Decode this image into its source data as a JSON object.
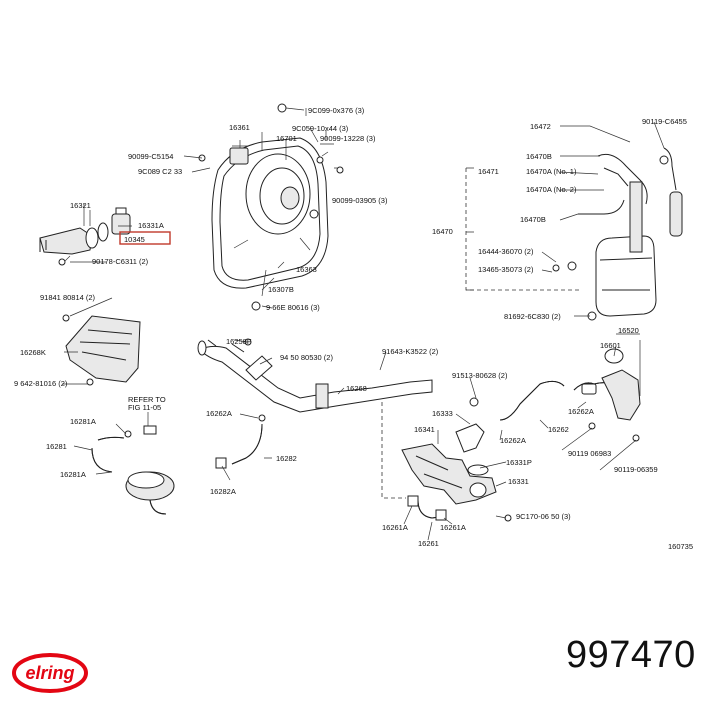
{
  "diagram_code": "160735",
  "part_number": "997470",
  "brand": {
    "name": "elring",
    "color": "#e30613"
  },
  "highlight_color": "#c0392b",
  "labels": {
    "l16361": "16361",
    "l90099_0x376": "9C099-0x376 (3)",
    "l9c059_10x44": "9C059-10x44 (3)",
    "l16701": "16701",
    "l90099_13228": "90099-13228 (3)",
    "l90099_c5154": "90099-C5154",
    "l9c089_c233": "9C089 C2 33",
    "l90099_03905": "90099-03905 (3)",
    "l16321": "16321",
    "l16331a": "16331A",
    "l10345": "10345",
    "l90178_c6311": "90178-C6311 (2)",
    "l16363": "16363",
    "l16307b": "16307B",
    "l9_66e_80616": "9 66E 80616 (3)",
    "l16472": "16472",
    "l90119_c6455": "90119-C6455",
    "l16470b_top": "16470B",
    "l16471": "16471",
    "l16470a_no1": "16470A (No. 1)",
    "l16470a_no2": "16470A (No. 2)",
    "l16470b_bot": "16470B",
    "l16470": "16470",
    "l16444_36070": "16444-36070 (2)",
    "l13465_36073": "13465-35073 (2)",
    "l81692_6c830": "81692-6C830 (2)",
    "l91841_80814": "91841 80814 (2)",
    "l16268k": "16268K",
    "l9_642_81016": "9 642-81016 (2)",
    "l16258f": "16258F",
    "l94_50_80530": "94 50 80530 (2)",
    "l91643_k3522": "91643-K3522 (2)",
    "l16268": "16268",
    "l91513_80628": "91513-80628 (2)",
    "l16520": "16520",
    "l16601": "16601",
    "refer_to": "REFER TO",
    "fig_11_05": "FIG 11-05",
    "l16281a_top": "16281A",
    "l16281": "16281",
    "l16281a_bot": "16281A",
    "l16262a_left": "16262A",
    "l16282": "16282",
    "l16282a": "16282A",
    "l16333": "16333",
    "l16341": "16341",
    "l16262a_mid": "16262A",
    "l16262": "16262",
    "l16262a_right": "16262A",
    "l16331p": "16331P",
    "l16331": "16331",
    "l90119_06983": "90119 06983",
    "l90119_06359": "90119-06359",
    "l16261a_left": "16261A",
    "l16261a_right": "16261A",
    "l9c170_06150": "9C170-06 50 (3)",
    "l16261": "16261"
  }
}
